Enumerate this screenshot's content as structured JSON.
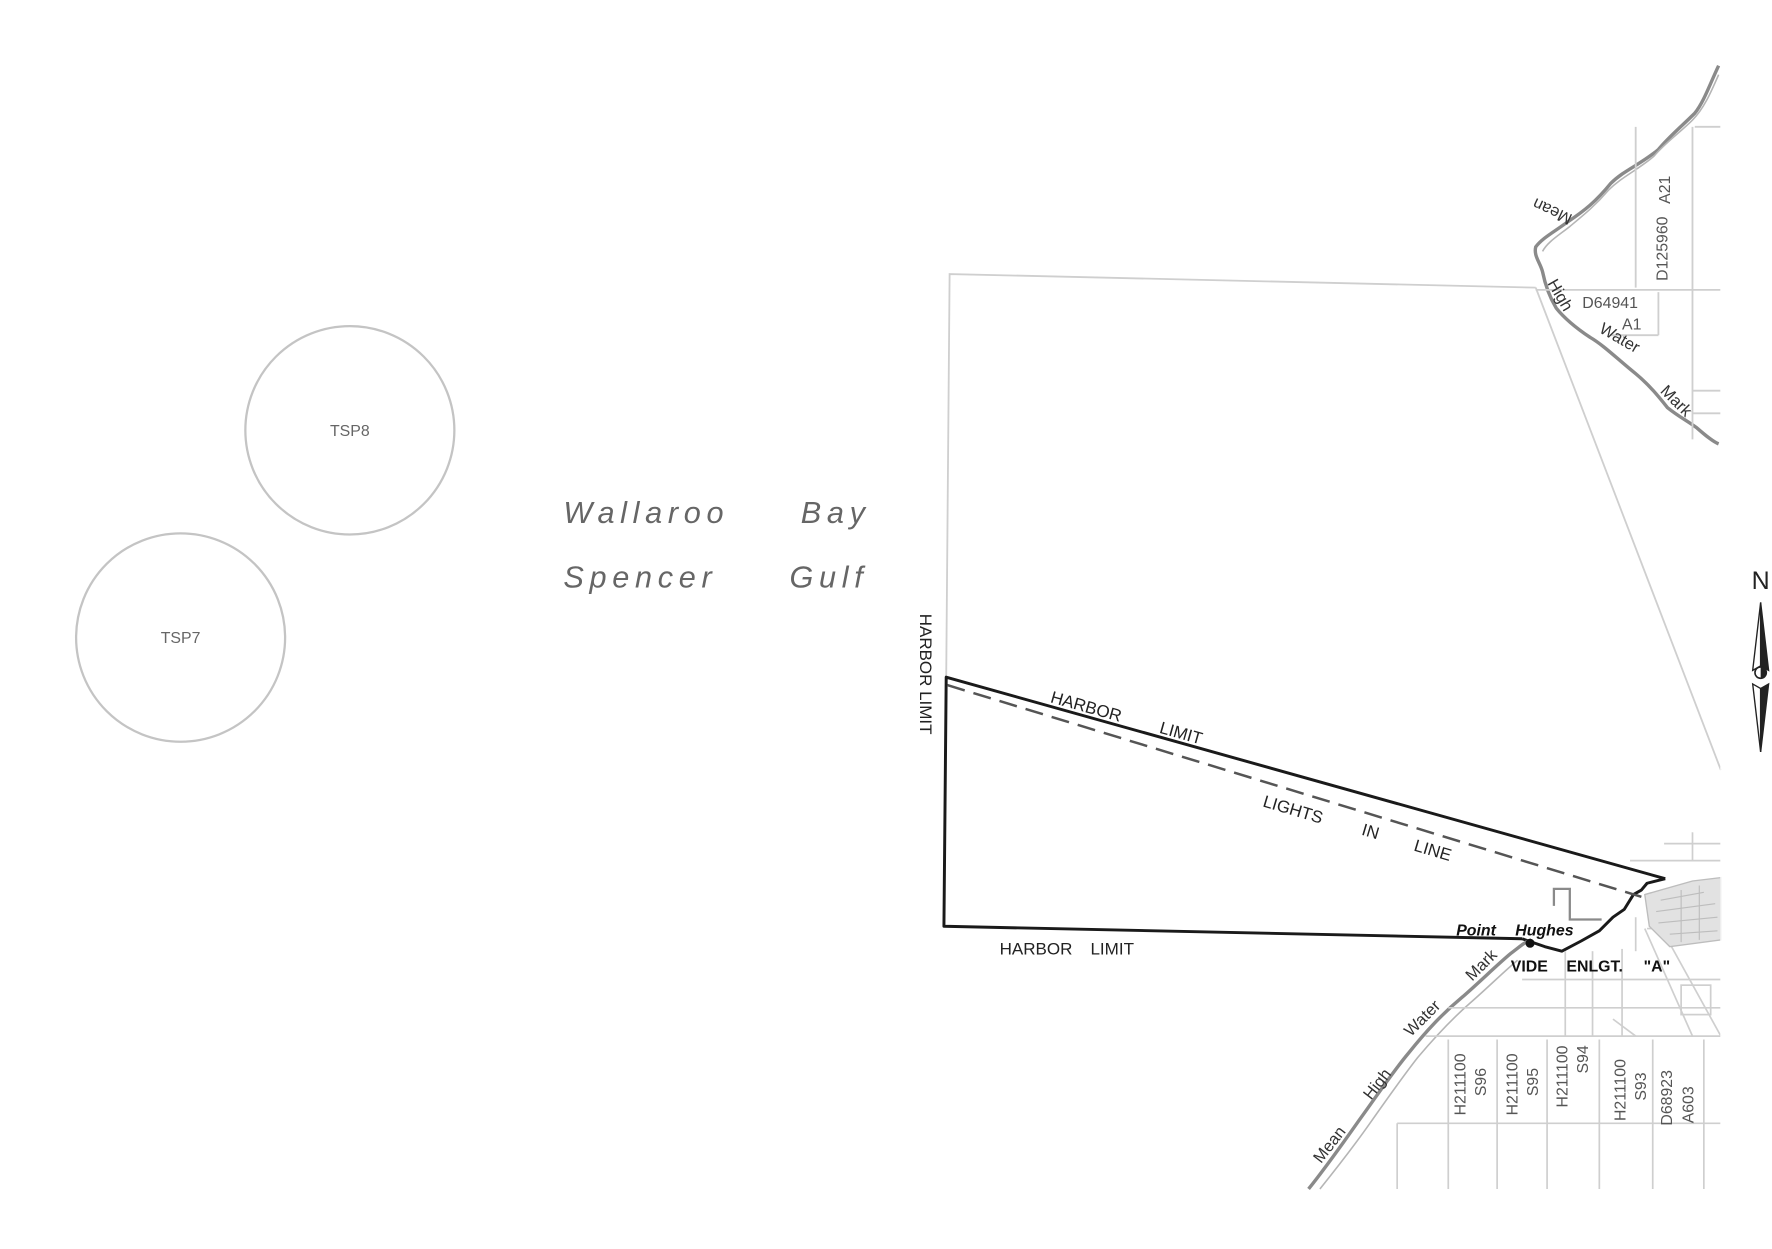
{
  "map": {
    "water_bodies": [
      "Wallaroo",
      "Bay",
      "Spencer",
      "Gulf"
    ],
    "survey_points": [
      "TSP8",
      "TSP7"
    ],
    "boundary_labels": {
      "harbor_limit_west": "HARBOR LIMIT",
      "harbor_limit_north_1": "HARBOR",
      "harbor_limit_north_2": "LIMIT",
      "harbor_limit_south_1": "HARBOR",
      "harbor_limit_south_2": "LIMIT",
      "lights_1": "LIGHTS",
      "lights_2": "IN",
      "lights_3": "LINE"
    },
    "place": {
      "name_1": "Point",
      "name_2": "Hughes"
    },
    "enlargement": {
      "w1": "VIDE",
      "w2": "ENLGT.",
      "w3": "\"A\""
    },
    "coastline_north": [
      "Mean",
      "High",
      "Water",
      "Mark"
    ],
    "coastline_south": [
      "Mean",
      "High",
      "Water",
      "Mark"
    ],
    "parcels": {
      "d125960": "D125960",
      "a21": "A21",
      "d64941": "D64941",
      "a1": "A1",
      "s96_h": "H211100",
      "s96_s": "S96",
      "s95_h": "H211100",
      "s95_s": "S95",
      "s94_h": "H211100",
      "s94_s": "S94",
      "s93_h": "H211100",
      "s93_s": "S93",
      "a603_d": "D68923",
      "a603_a": "A603"
    },
    "north_arrow": {
      "label": "N"
    },
    "colors": {
      "boundary": "#1a1a1a",
      "cadastre": "#c8c8c8",
      "coast": "#8a8a8a",
      "water_text": "#666666"
    }
  }
}
